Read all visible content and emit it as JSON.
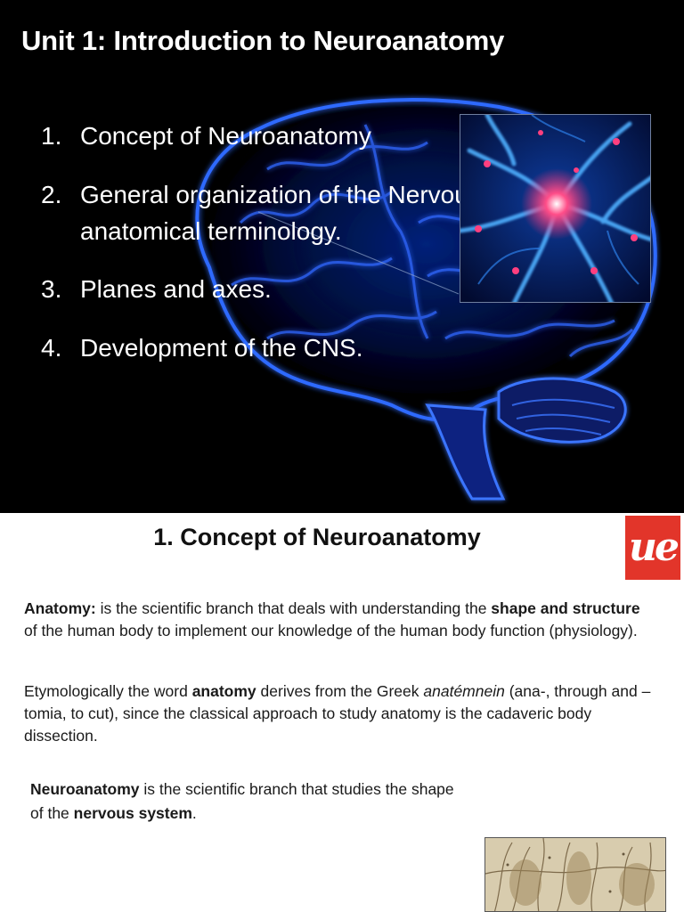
{
  "slide1": {
    "title": "Unit 1: Introduction to Neuroanatomy",
    "items": [
      {
        "num": "1.",
        "text": "Concept of Neuroanatomy"
      },
      {
        "num": "2.",
        "text": "General organization of the Nervous System and  anatomical terminology."
      },
      {
        "num": "3.",
        "text": "Planes and axes."
      },
      {
        "num": "4.",
        "text": "Development of the CNS."
      }
    ]
  },
  "slide2": {
    "title": "1. Concept of Neuroanatomy",
    "logo_text": "ue",
    "p1": {
      "b1": "Anatomy:",
      "t1": " is the scientific branch that deals with understanding the ",
      "b2": "shape and structure",
      "t2": " of the human body to implement our knowledge of the human body function (physiology)."
    },
    "p2": {
      "t1": "Etymologically the word ",
      "b1": "anatomy",
      "t2": " derives from the Greek ",
      "i1": "anatémnein",
      "t3": " (ana-, through and –tomia, to cut), since the classical approach to study anatomy is the cadaveric body dissection."
    },
    "p3": {
      "b1": "Neuroanatomy",
      "t1": " is the scientific branch that studies the shape of the ",
      "b2": "nervous system",
      "t2": "."
    }
  },
  "colors": {
    "slide1_bg": "#000000",
    "brain_glow": "#1e5cff",
    "neuron_core": "#ff2a6a",
    "logo_red": "#e2352a"
  }
}
